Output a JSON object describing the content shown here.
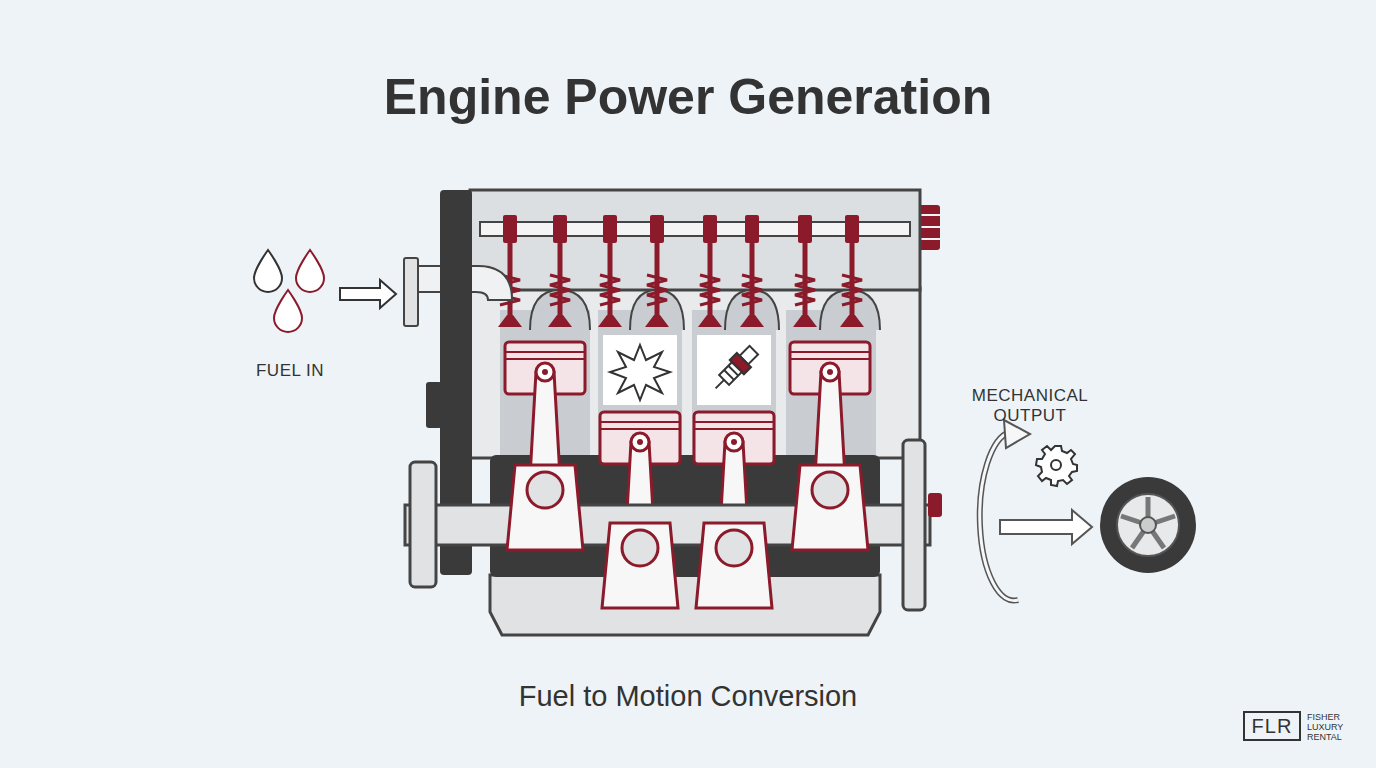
{
  "diagram": {
    "title": "Engine Power Generation",
    "caption": "Fuel to Motion Conversion",
    "nodes": [
      {
        "text": [
          "FLR",
          "FISHER LUXURY RENTAL"
        ]
      }
    ],
    "labels": [
      "FUEL IN",
      "MECHANICAL OUTPUT"
    ]
  }
}
